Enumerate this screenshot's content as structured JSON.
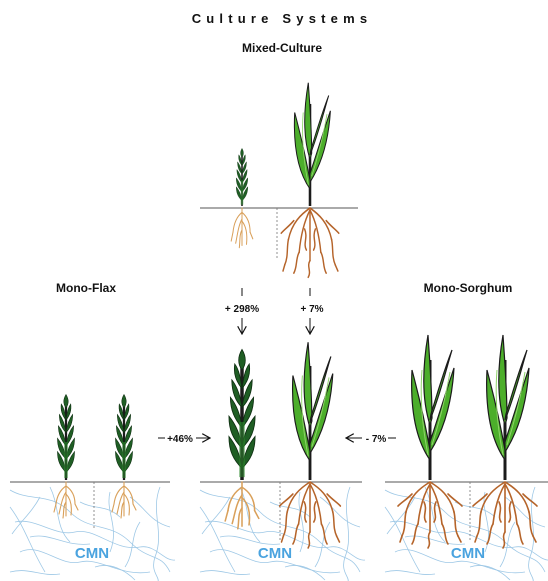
{
  "title": "Culture Systems",
  "panels": {
    "mixed": {
      "label": "Mixed-Culture"
    },
    "mono_flax": {
      "label": "Mono-Flax"
    },
    "mono_sorghum": {
      "label": "Mono-Sorghum"
    }
  },
  "changes": {
    "flax_mixed_vs_mono": "+ 298%",
    "sorghum_mixed_vs_mono": "+ 7%",
    "left_arrow": "+46%",
    "right_arrow": "- 7%"
  },
  "cmn_label": "CMN",
  "colors": {
    "flax_leaf": "#1f5e24",
    "flax_leaf_bright": "#2e8b2e",
    "sorghum_leaf": "#4cae2b",
    "stem": "#1b1b1b",
    "root_flax": "#d9a05a",
    "root_sorghum": "#b5642a",
    "hyphae": "#9ec8e6",
    "cmn_text": "#4aa3df",
    "soil_line": "#555555"
  },
  "icons": [
    "flax-plant-icon",
    "sorghum-plant-icon",
    "arrow-right-icon",
    "arrow-left-icon",
    "arrow-down-icon"
  ]
}
